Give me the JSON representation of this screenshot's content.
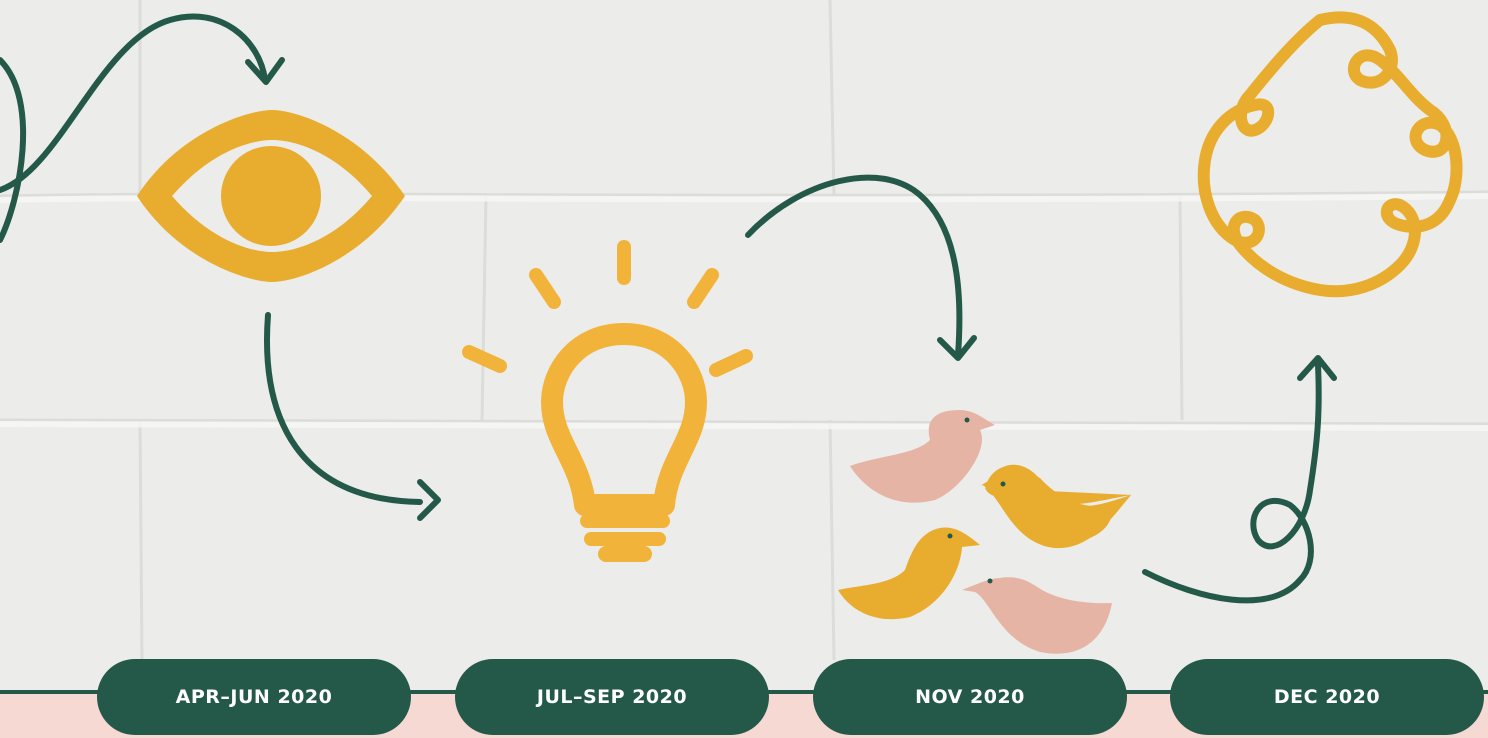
{
  "colors": {
    "accent_green": "#245949",
    "gold": "#e8ad2e",
    "pink": "#e6b4a5",
    "band": "#f6d9d2",
    "wall": "#ececea"
  },
  "icons": [
    "eye-icon",
    "lightbulb-icon",
    "birds-icon",
    "loopy-circle-icon"
  ],
  "milestones": [
    {
      "label": "APR–JUN 2020",
      "icon": "eye-icon"
    },
    {
      "label": "JUL–SEP 2020",
      "icon": "lightbulb-icon"
    },
    {
      "label": "NOV 2020",
      "icon": "birds-icon"
    },
    {
      "label": "DEC 2020",
      "icon": "loopy-circle-icon"
    }
  ]
}
